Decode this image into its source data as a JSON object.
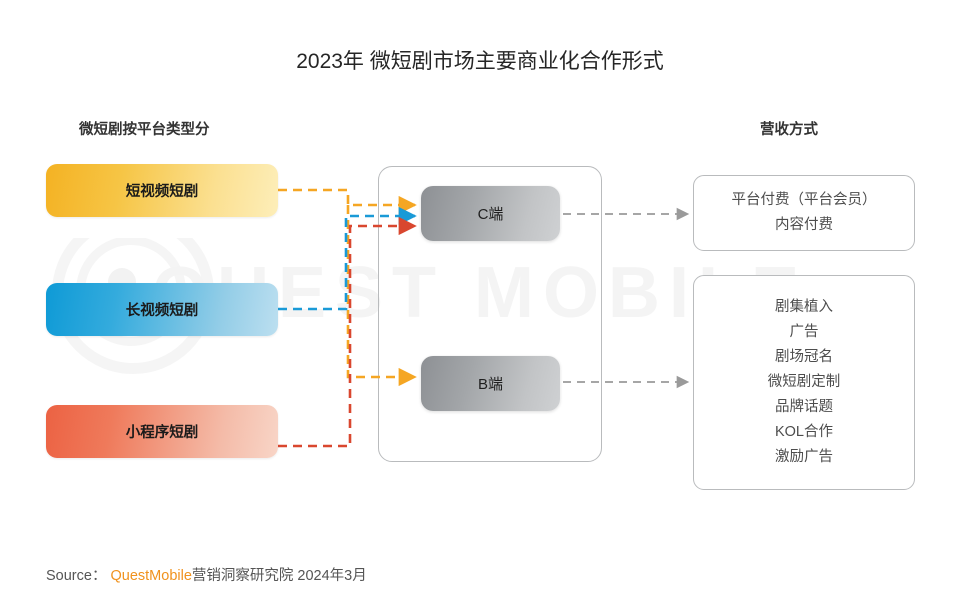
{
  "title": "2023年 微短剧市场主要商业化合作形式",
  "watermark": "QUEST MOBILE",
  "columns": {
    "left_header": "微短剧按平台类型分",
    "right_header": "营收方式"
  },
  "platforms": [
    {
      "label": "短视频短剧",
      "color": "#f4b223"
    },
    {
      "label": "长视频短剧",
      "color": "#0e9ad6"
    },
    {
      "label": "小程序短剧",
      "color": "#ec6243"
    }
  ],
  "segments": [
    {
      "label": "C端"
    },
    {
      "label": "B端"
    }
  ],
  "revenue": [
    {
      "lines": [
        "平台付费（平台会员）",
        "内容付费"
      ]
    },
    {
      "lines": [
        "剧集植入",
        "广告",
        "剧场冠名",
        "微短剧定制",
        "品牌话题",
        "KOL合作",
        "激励广告"
      ]
    }
  ],
  "source": {
    "prefix": "Source：",
    "brand": "QuestMobile",
    "suffix": "营销洞察研究院 2024年3月"
  },
  "colors": {
    "yellow": "#f5a623",
    "blue": "#1a9ad7",
    "red": "#d9472f",
    "gray": "#9a9a9a",
    "box_border": "#b9bbbd",
    "brand_orange": "#f0921e"
  }
}
